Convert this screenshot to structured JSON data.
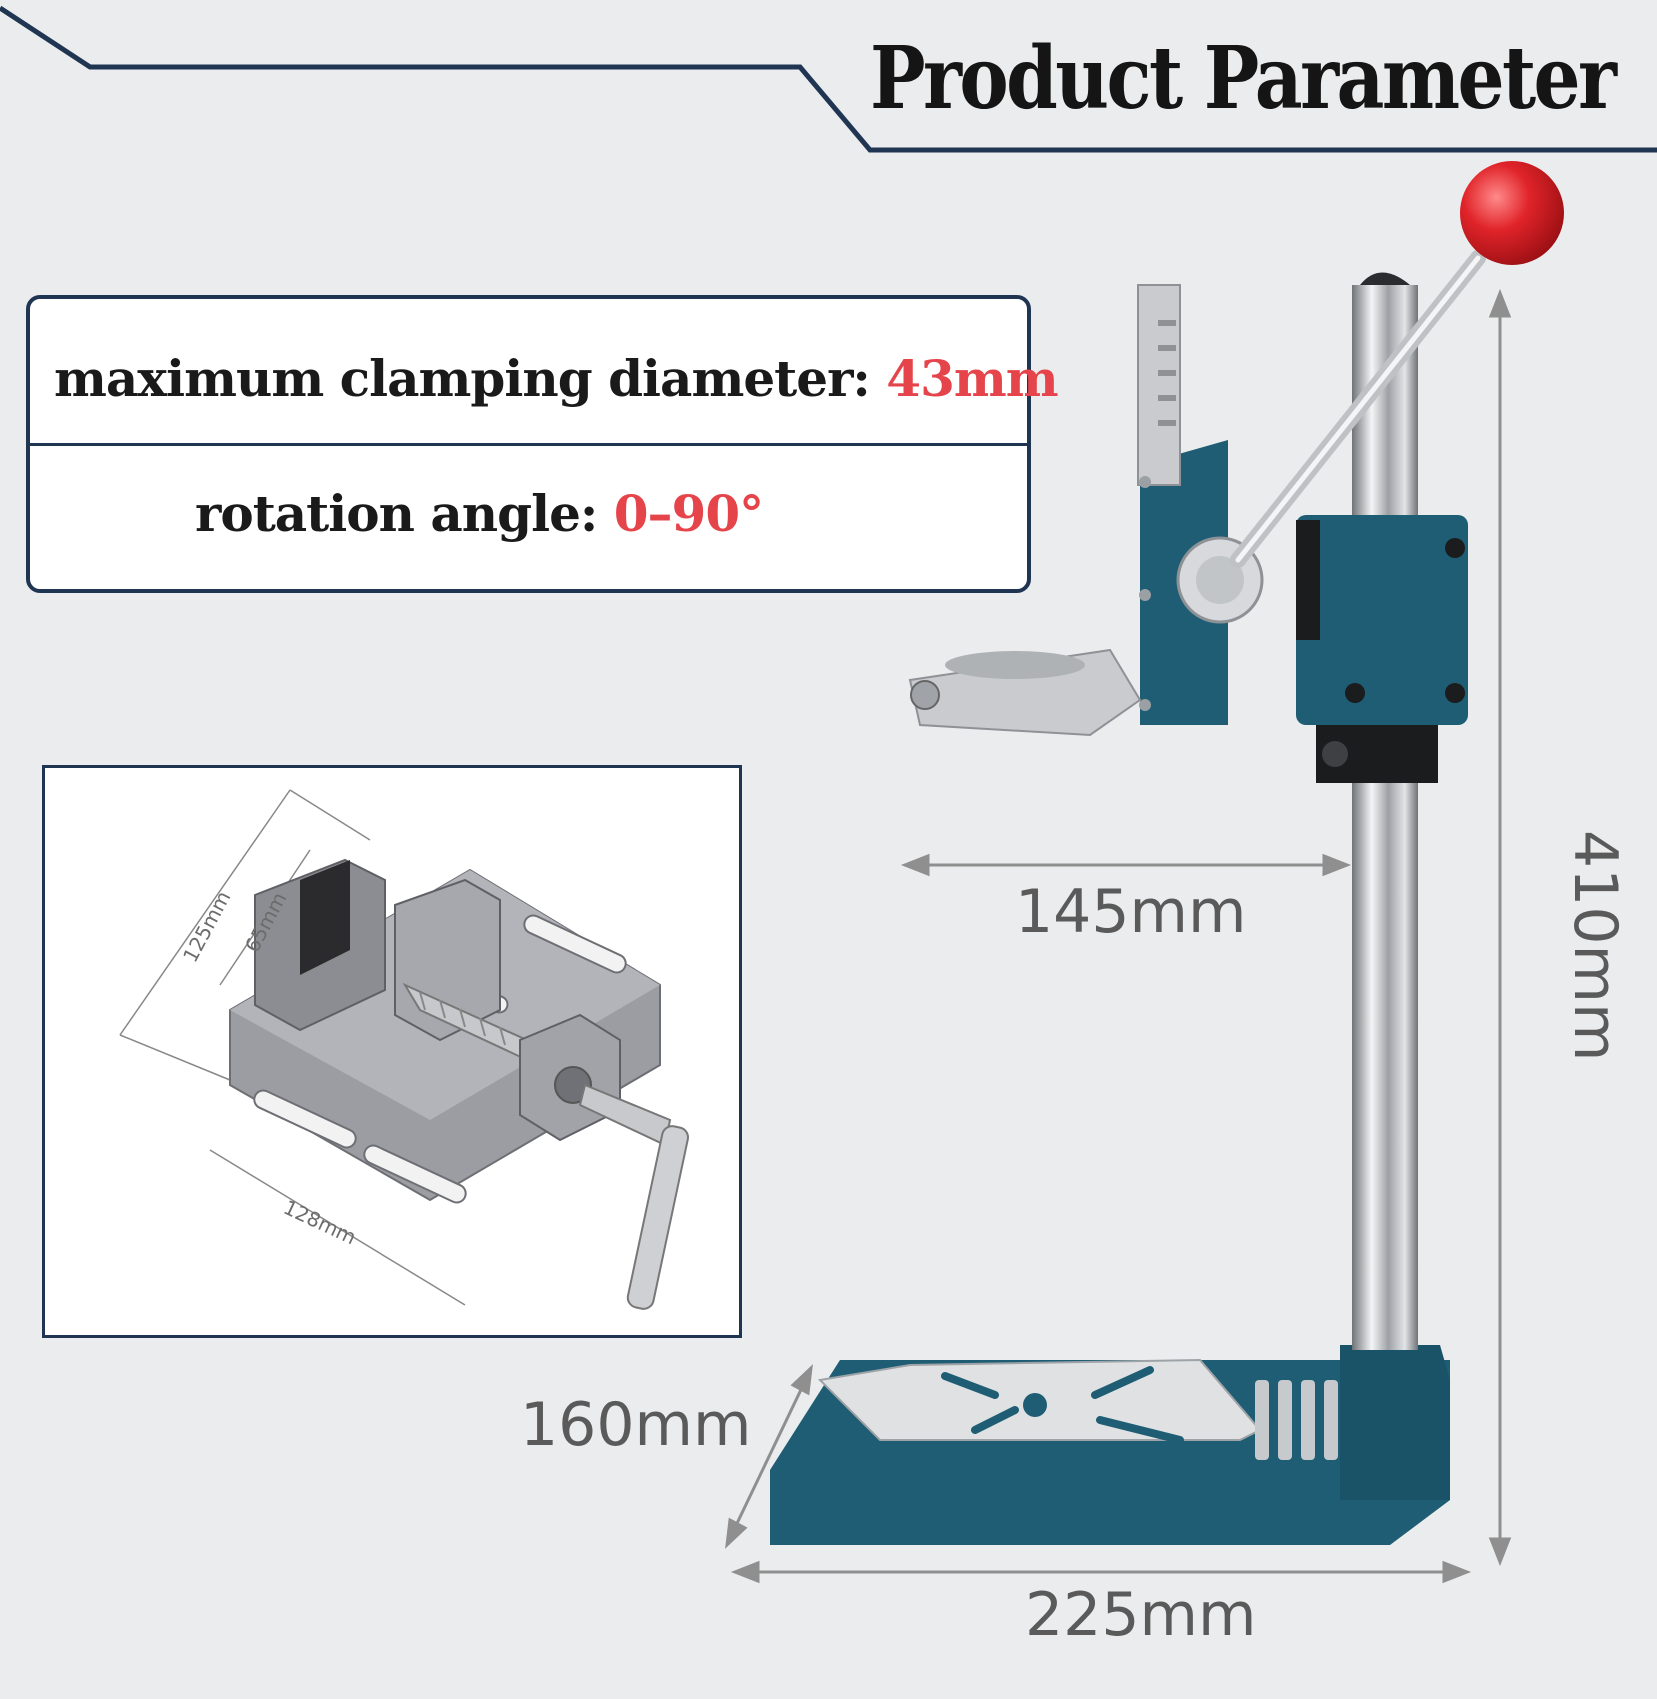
{
  "header": {
    "title": "Product Parameter"
  },
  "specs": {
    "clamping_label": "maximum clamping diameter: ",
    "clamping_value": "43mm",
    "rotation_label": "rotation angle: ",
    "rotation_value": "0–90°"
  },
  "dimensions": {
    "arm_reach": "145mm",
    "height": "410mm",
    "base_depth": "160mm",
    "base_width": "225mm"
  },
  "vise_dimensions": {
    "length": "125mm",
    "jaw_opening": "65mm",
    "width": "128mm"
  },
  "colors": {
    "background": "#ebeced",
    "frame_navy": "#1f3552",
    "accent_red": "#e5444a",
    "casting_teal": "#1e5d73",
    "knob_red": "#d81f22"
  }
}
